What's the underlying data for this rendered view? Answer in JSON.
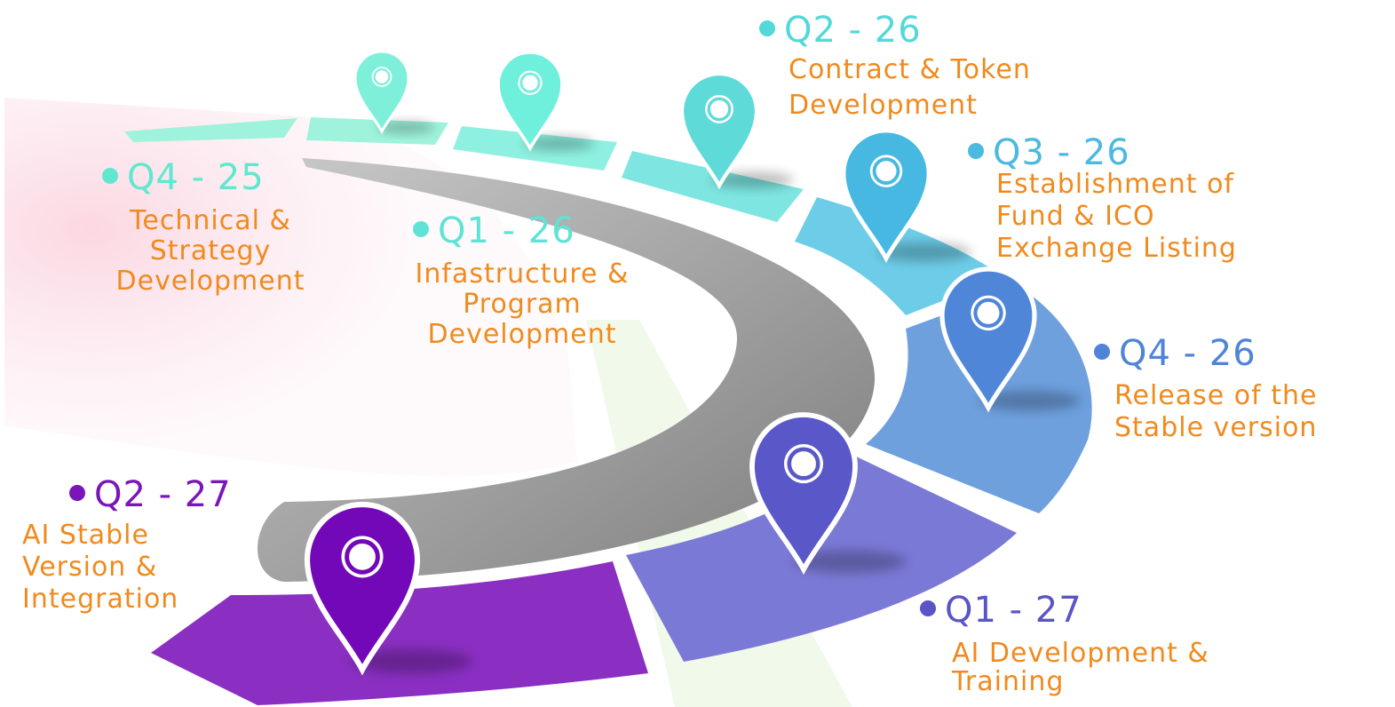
{
  "colors": {
    "description": "#f08a1e",
    "road": "#a6a6a6",
    "seg_1": "#9ff3dc",
    "seg_2": "#8ef0e0",
    "seg_3": "#7ee5e1",
    "seg_4": "#6dcde8",
    "seg_5": "#6ea0de",
    "seg_6": "#7b79d6",
    "seg_7": "#8a2fc2"
  },
  "milestones": [
    {
      "quarter": "Q4 - 25",
      "lines": [
        "Technical &",
        "Strategy",
        "Development"
      ],
      "color": "#5fe8cf",
      "pin_color": "#7ef0d9",
      "pin_icon": "map-pin-icon"
    },
    {
      "quarter": "Q1 - 26",
      "lines": [
        "Infastructure &",
        "Program",
        "Development"
      ],
      "color": "#5fe3d6",
      "pin_color": "#6ff0dc",
      "pin_icon": "map-pin-icon"
    },
    {
      "quarter": "Q2 - 26",
      "lines": [
        "Contract & Token",
        "Development"
      ],
      "color": "#54d8d8",
      "pin_color": "#5edbd9",
      "pin_icon": "map-pin-icon"
    },
    {
      "quarter": "Q3 - 26",
      "lines": [
        "Establishment of",
        "Fund & ICO",
        "Exchange Listing"
      ],
      "color": "#4bb9e0",
      "pin_color": "#47b8e2",
      "pin_icon": "map-pin-icon"
    },
    {
      "quarter": "Q4 - 26",
      "lines": [
        "Release of the",
        "Stable version"
      ],
      "color": "#4f84d8",
      "pin_color": "#4f86d8",
      "pin_icon": "map-pin-icon"
    },
    {
      "quarter": "Q1 - 27",
      "lines": [
        "AI Development &",
        "Training"
      ],
      "color": "#5a55c6",
      "pin_color": "#5a58c8",
      "pin_icon": "map-pin-icon"
    },
    {
      "quarter": "Q2 - 27",
      "lines": [
        "AI Stable",
        "Version &",
        "Integration"
      ],
      "color": "#7a16b8",
      "pin_color": "#7308b8",
      "pin_icon": "map-pin-icon"
    }
  ]
}
